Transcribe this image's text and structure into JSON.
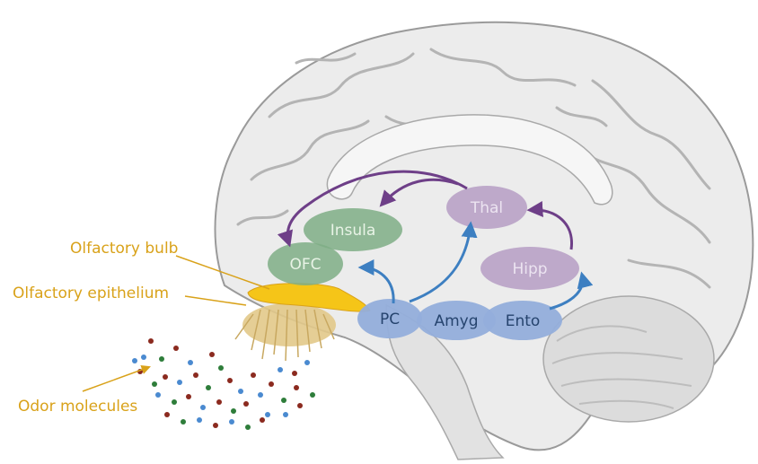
{
  "external_labels": {
    "olfactory_bulb": "Olfactory bulb",
    "olfactory_epithelium": "Olfactory epithelium",
    "odor_molecules": "Odor molecules"
  },
  "regions": {
    "insula": "Insula",
    "ofc": "OFC",
    "thal": "Thal",
    "hipp": "Hipp",
    "pc": "PC",
    "amyg": "Amyg",
    "ento": "Ento"
  },
  "colors": {
    "label_gold": "#d9a21a",
    "bulb_yellow": "#f5c518",
    "epithelium_tan": "#e2c98a",
    "green_region": "#7fae86",
    "green_text": "#e8f3e6",
    "purple_region": "#b9a2c6",
    "purple_text": "#ece4f1",
    "blue_region": "#93aedb",
    "blue_text": "#26446e",
    "blue_arrow": "#3d7fc1",
    "purple_arrow": "#6e3f88",
    "brain_fill": "#ececec",
    "brain_outline": "#9a9a9a",
    "dot_red": "#8b2a1f",
    "dot_green": "#2e7d3a",
    "dot_blue": "#4a8ad0"
  },
  "icons": {
    "brain": "sagittal-brain-illustration",
    "molecules": "scattered-dots"
  }
}
